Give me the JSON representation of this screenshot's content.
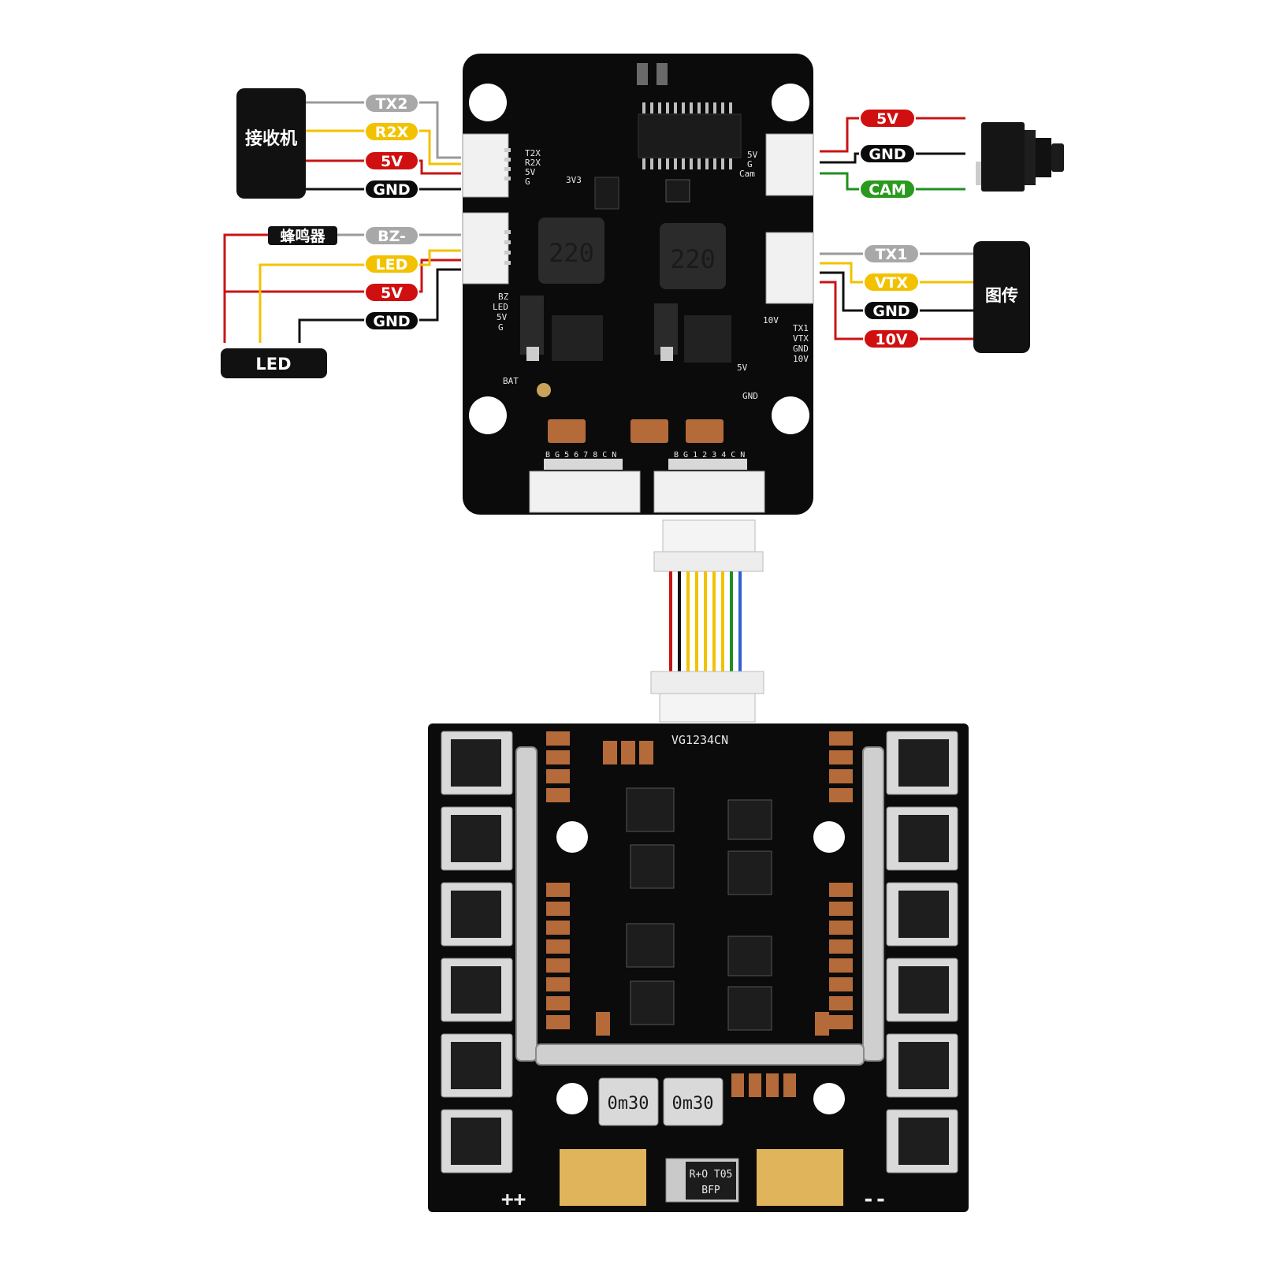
{
  "devices": {
    "receiver": "接收机",
    "buzzer": "蜂鸣器",
    "led": "LED",
    "vtx": "图传"
  },
  "pins": {
    "receiver": [
      "TX2",
      "R2X",
      "5V",
      "GND"
    ],
    "buzzer_led": [
      "BZ-",
      "LED",
      "5V",
      "GND"
    ],
    "camera": [
      "5V",
      "GND",
      "CAM"
    ],
    "vtx": [
      "TX1",
      "VTX",
      "GND",
      "10V"
    ]
  },
  "silkscreen": {
    "top_left_header": [
      "T2X",
      "R2X",
      "5V",
      "G"
    ],
    "cam_header": [
      "5V",
      "G",
      "Cam"
    ],
    "led_header": [
      "BZ",
      "LED",
      "5V",
      "G"
    ],
    "vtx_header": [
      "TX1",
      "VTX",
      "GND",
      "10V"
    ],
    "rail_3v3": "3V3",
    "rail_10v": "10V",
    "rail_5v": "5V",
    "bat": "BAT",
    "gnd": "GND",
    "inductor_1": "220",
    "inductor_2": "220",
    "bottom_conn_left": "B G 5 6 7 8 C N",
    "bottom_conn_right": "B G 1 2 3 4 C N",
    "esc_title": "VG1234CN",
    "shunt_1": "0m30",
    "shunt_2": "0m30",
    "diode_top": "R+O T05",
    "diode_bottom": "BFP",
    "plus": "++",
    "minus": "--"
  },
  "colors": {
    "pcb": "#0b0b0b",
    "wire_red": "#c81414",
    "wire_yellow": "#f2c200",
    "wire_black": "#111111",
    "wire_gray": "#9a9a9a",
    "wire_green": "#1f8f1f",
    "wire_blue": "#2f5fd0",
    "pad_copper": "#e0b45a",
    "capacitor": "#b56a3a"
  }
}
